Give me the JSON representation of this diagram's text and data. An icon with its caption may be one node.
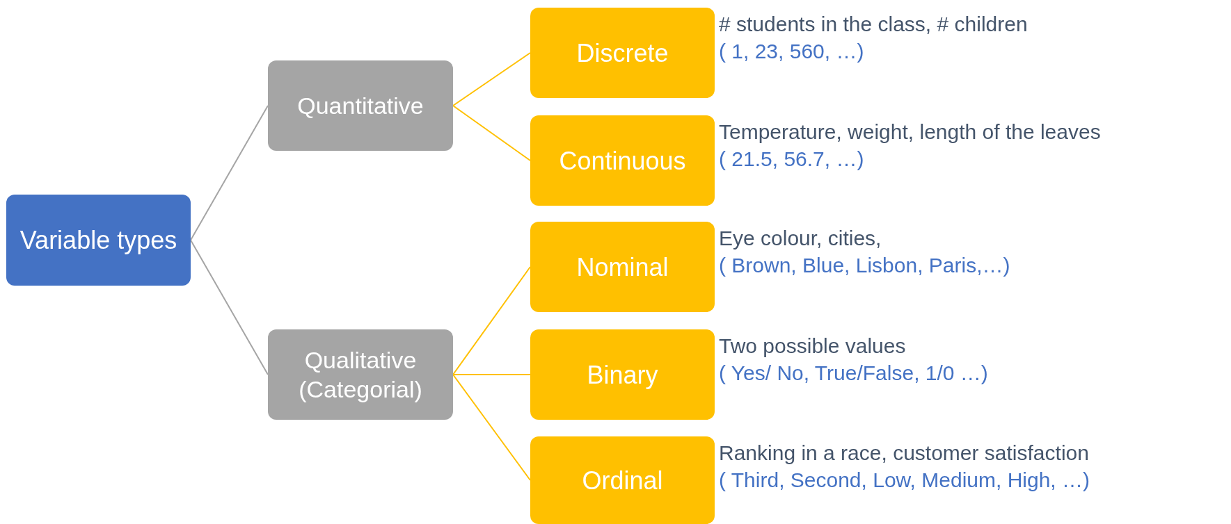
{
  "diagram": {
    "nodes": [
      {
        "text": [
          "Variable types"
        ]
      },
      {
        "text": [
          "Quantitative"
        ]
      },
      {
        "text": [
          "Discrete"
        ],
        "beside": [
          "# students in the class, # children",
          "( 1, 23, 560, …)"
        ]
      },
      {
        "text": [
          "Continuous"
        ],
        "beside": [
          "Temperature, weight, length of the leaves",
          "( 21.5, 56.7, …)"
        ]
      },
      {
        "text": [
          "Qualitative (Categorial)"
        ]
      },
      {
        "text": [
          "Nominal"
        ],
        "beside": [
          "Eye colour, cities,",
          "( Brown, Blue, Lisbon, Paris,…)"
        ]
      },
      {
        "text": [
          "Binary"
        ],
        "beside": [
          "Two possible values",
          "( Yes/ No, True/False, 1/0 …)"
        ]
      },
      {
        "text": [
          "Ordinal"
        ],
        "beside": [
          "Ranking in a race, customer satisfaction",
          "( Third, Second, Low, Medium, High, …)"
        ]
      }
    ],
    "edges": [
      {
        "from": 0,
        "to": 1,
        "arrow": "none",
        "color": "#a5a5a5"
      },
      {
        "from": 0,
        "to": 4,
        "arrow": "none",
        "color": "#a5a5a5"
      },
      {
        "from": 1,
        "to": 2,
        "arrow": "none"
      },
      {
        "from": 1,
        "to": 3,
        "arrow": "none"
      },
      {
        "from": 4,
        "to": 5,
        "arrow": "none"
      },
      {
        "from": 4,
        "to": 6,
        "arrow": "none"
      },
      {
        "from": 4,
        "to": 7,
        "arrow": "none"
      }
    ]
  }
}
